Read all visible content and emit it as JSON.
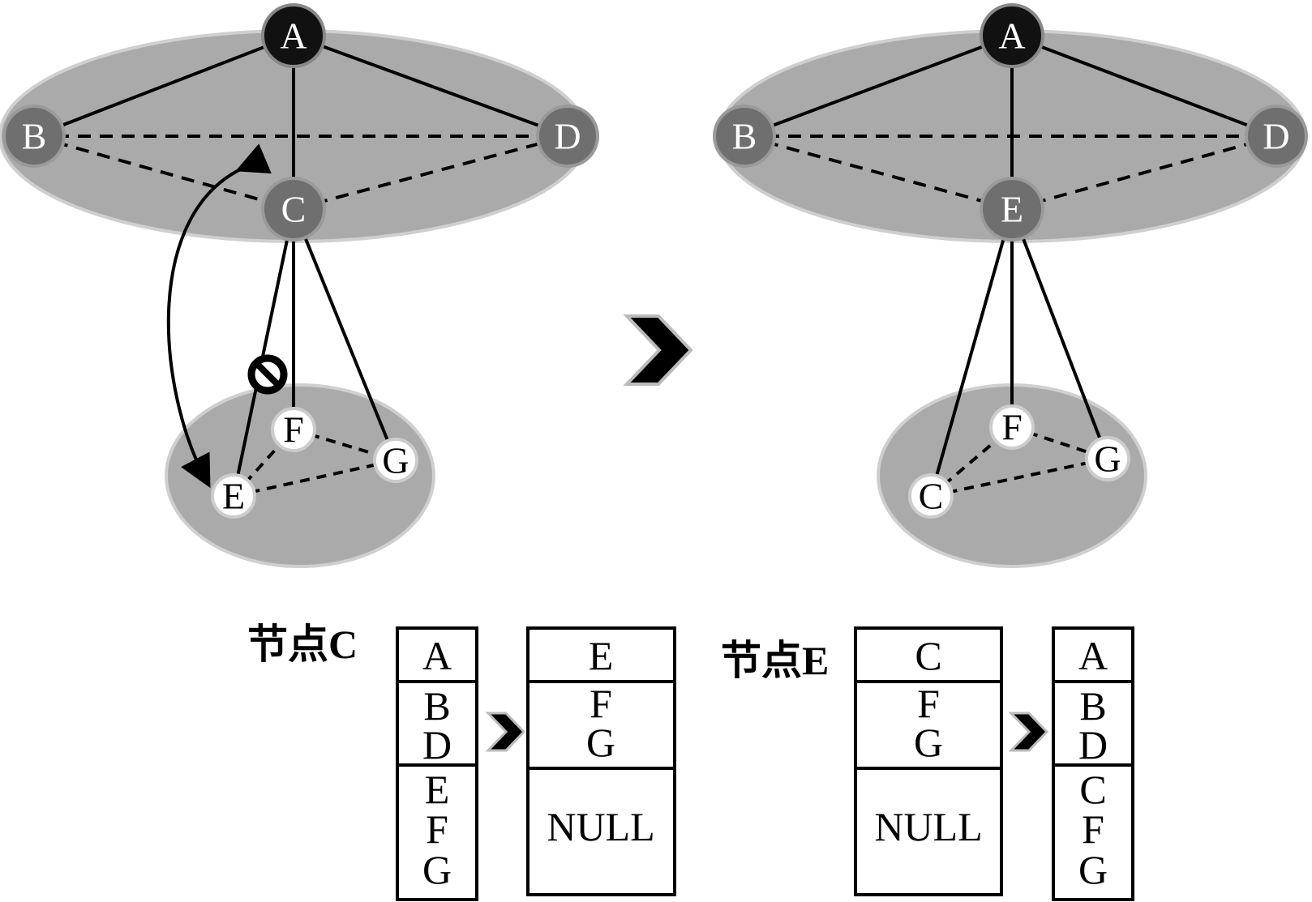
{
  "colors": {
    "ellipse_fill": "#aaaaaa",
    "ellipse_stroke": "#cfcfcf",
    "root_node_fill": "#111111",
    "upper_node_fill": "#6f6f6f",
    "lower_node_fill": "#ffffff",
    "edge": "#000000"
  },
  "before": {
    "nodes": {
      "A": "A",
      "B": "B",
      "C": "C",
      "D": "D",
      "E": "E",
      "F": "F",
      "G": "G"
    }
  },
  "after": {
    "nodes": {
      "A": "A",
      "B": "B",
      "E": "E",
      "D": "D",
      "C": "C",
      "F": "F",
      "G": "G"
    }
  },
  "icons": {
    "swap_arrow": "curved-double-arrow-icon",
    "blocked_link": "prohibited-icon",
    "transition": "chevron-right-icon"
  },
  "tables": {
    "node_c": {
      "caption": "节点C",
      "before": [
        [
          "A"
        ],
        [
          "B",
          "D"
        ],
        [
          "E",
          "F",
          "G"
        ]
      ],
      "after": [
        [
          "E"
        ],
        [
          "F",
          "G"
        ],
        [
          "NULL"
        ]
      ]
    },
    "node_e": {
      "caption": "节点E",
      "before": [
        [
          "C"
        ],
        [
          "F",
          "G"
        ],
        [
          "NULL"
        ]
      ],
      "after": [
        [
          "A"
        ],
        [
          "B",
          "D"
        ],
        [
          "C",
          "F",
          "G"
        ]
      ]
    }
  }
}
